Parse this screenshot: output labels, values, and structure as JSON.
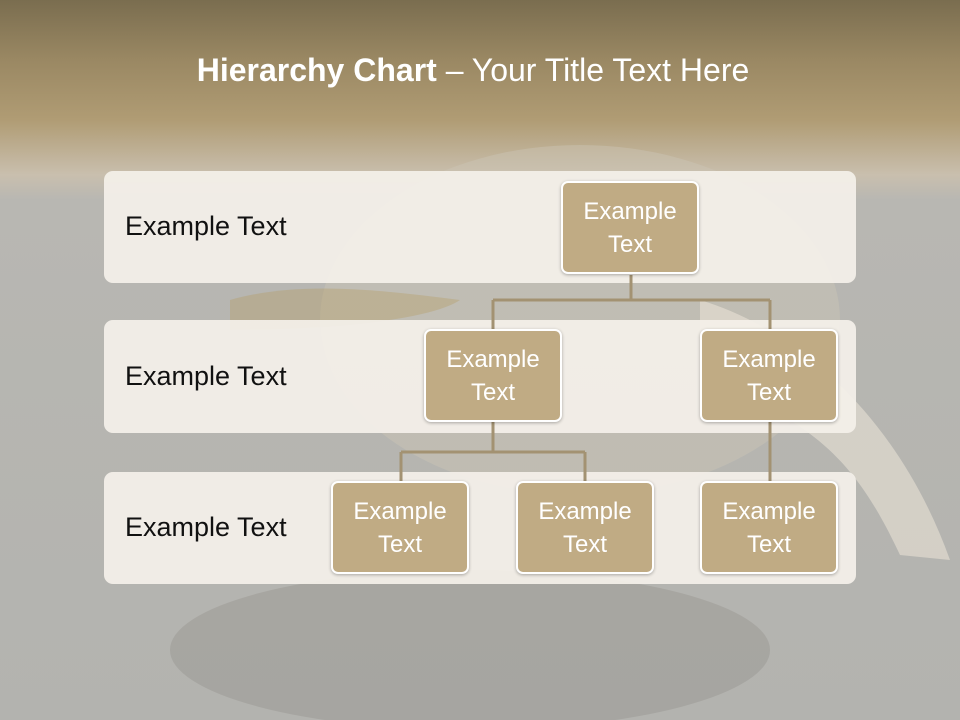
{
  "title": {
    "bold": "Hierarchy Chart",
    "rest": " – Your Title Text Here"
  },
  "bands": [
    {
      "label": "Example Text"
    },
    {
      "label": "Example Text"
    },
    {
      "label": "Example Text"
    }
  ],
  "nodes": {
    "root": "Example Text",
    "level2_left": "Example Text",
    "level2_right": "Example Text",
    "level3_a": "Example Text",
    "level3_b": "Example Text",
    "level3_c": "Example Text"
  },
  "colors": {
    "node_fill": "#c0ab84",
    "node_border": "#ffffff",
    "connector": "#a39272",
    "band_fill": "#f4f0ea"
  }
}
